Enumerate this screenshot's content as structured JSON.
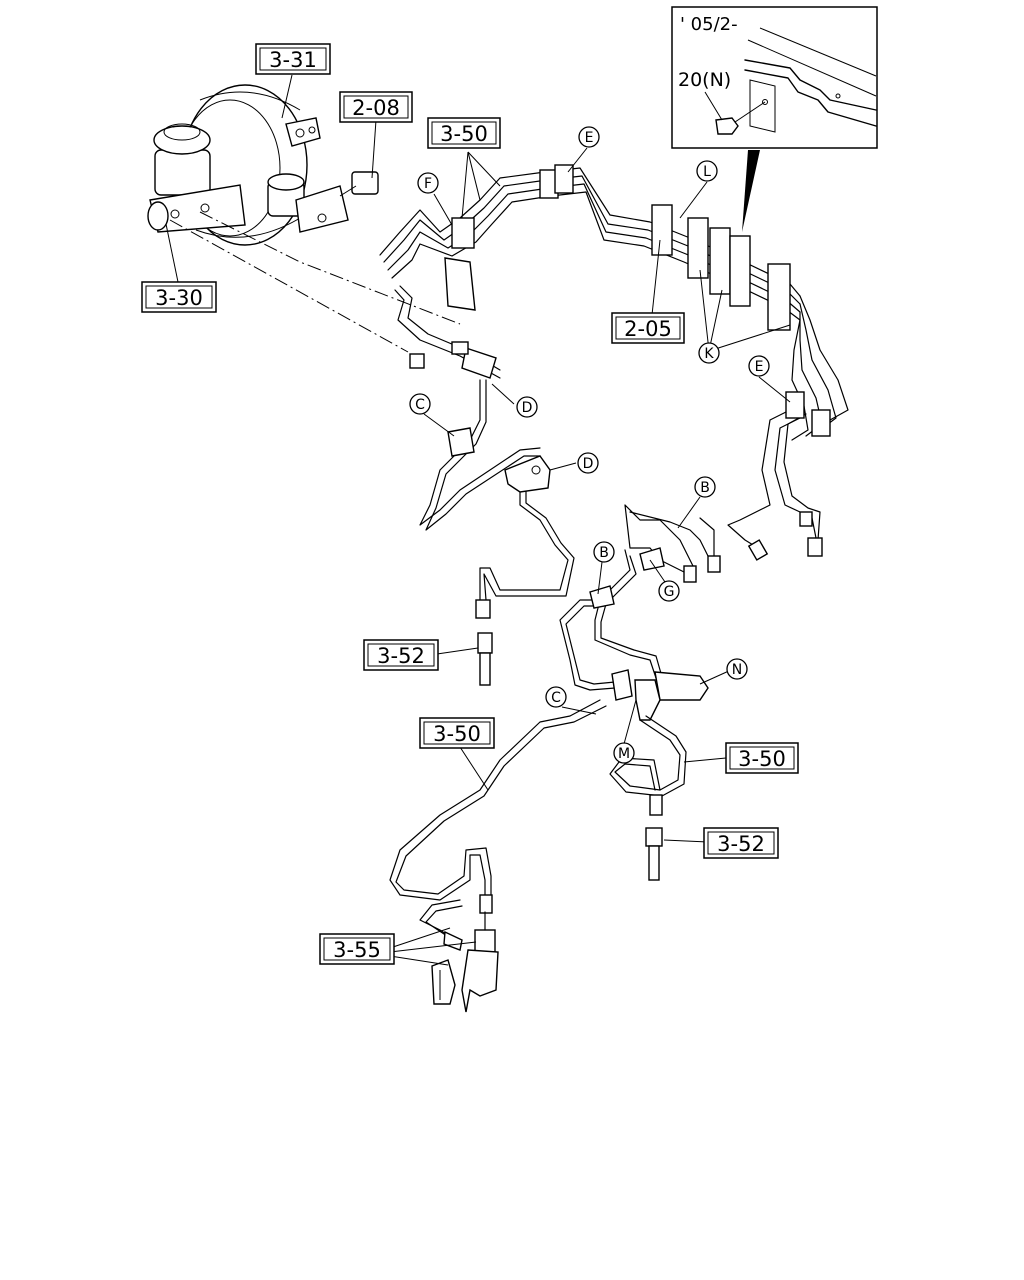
{
  "inset": {
    "date_note": "' 05/2-",
    "part_label": "20(N)"
  },
  "part_labels": {
    "booster": "3-31",
    "master_cylinder": "3-30",
    "fitting_2_08": "2-08",
    "pipe_upper": "3-50",
    "pipe_2_05": "2-05",
    "hose_left": "3-52",
    "pipe_lower_left": "3-50",
    "pipe_lower_right": "3-50",
    "hose_right": "3-52",
    "bracket_3_55": "3-55"
  },
  "callouts": {
    "E_top": "E",
    "F": "F",
    "L": "L",
    "K": "K",
    "E_right": "E",
    "D_upper": "D",
    "C_upper": "C",
    "D_mid": "D",
    "B_upper": "B",
    "B_lower": "B",
    "G": "G",
    "N": "N",
    "C_lower": "C",
    "M": "M"
  }
}
